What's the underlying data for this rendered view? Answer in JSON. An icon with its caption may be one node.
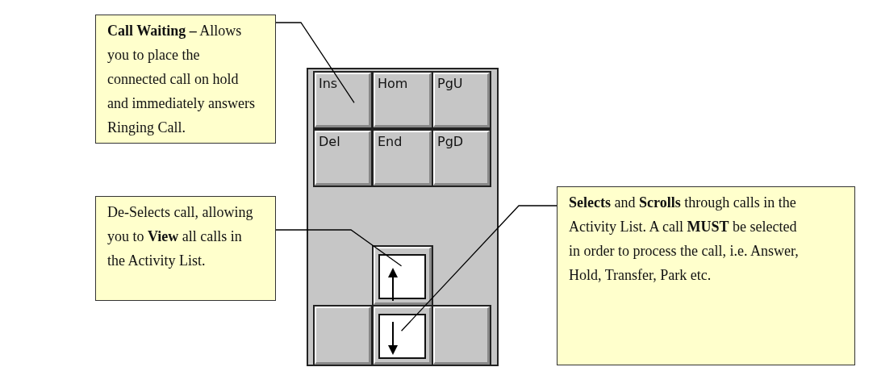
{
  "diagram": {
    "nodes": [
      {
        "text": [
          "**Call Waiting –** Allows you to place the connected call on hold and immediately answers Ringing Call."
        ]
      },
      {
        "text": [
          "De-Selects call, allowing you to **View** all calls in the Activity List."
        ]
      },
      {
        "text": [
          "**Selects** and **Scrolls** through calls in the Activity List.  A call **MUST** be selected in order to process the call, i.e. Answer, Hold, Transfer, Park etc."
        ]
      },
      {
        "text": [],
        "shape": "box"
      },
      {
        "text": [
          "Ins"
        ],
        "in": 3
      },
      {
        "text": [
          "Hom"
        ],
        "in": 3
      },
      {
        "text": [
          "PgU"
        ],
        "in": 3
      },
      {
        "text": [
          "Del"
        ],
        "in": 3
      },
      {
        "text": [
          "End"
        ],
        "in": 3
      },
      {
        "text": [
          "PgD"
        ],
        "in": 3
      },
      {
        "text": [],
        "shape": "box",
        "in": 3
      },
      {
        "text": [],
        "shape": "box",
        "in": 3
      },
      {
        "text": [],
        "shape": "box",
        "in": 3
      },
      {
        "text": [],
        "shape": "box",
        "in": 3
      }
    ],
    "edges": [
      {
        "from": 0,
        "to": 4,
        "arrow": "none"
      },
      {
        "from": 1,
        "to": 10,
        "arrow": "none"
      },
      {
        "from": 2,
        "to": 12,
        "arrow": "none"
      }
    ]
  }
}
